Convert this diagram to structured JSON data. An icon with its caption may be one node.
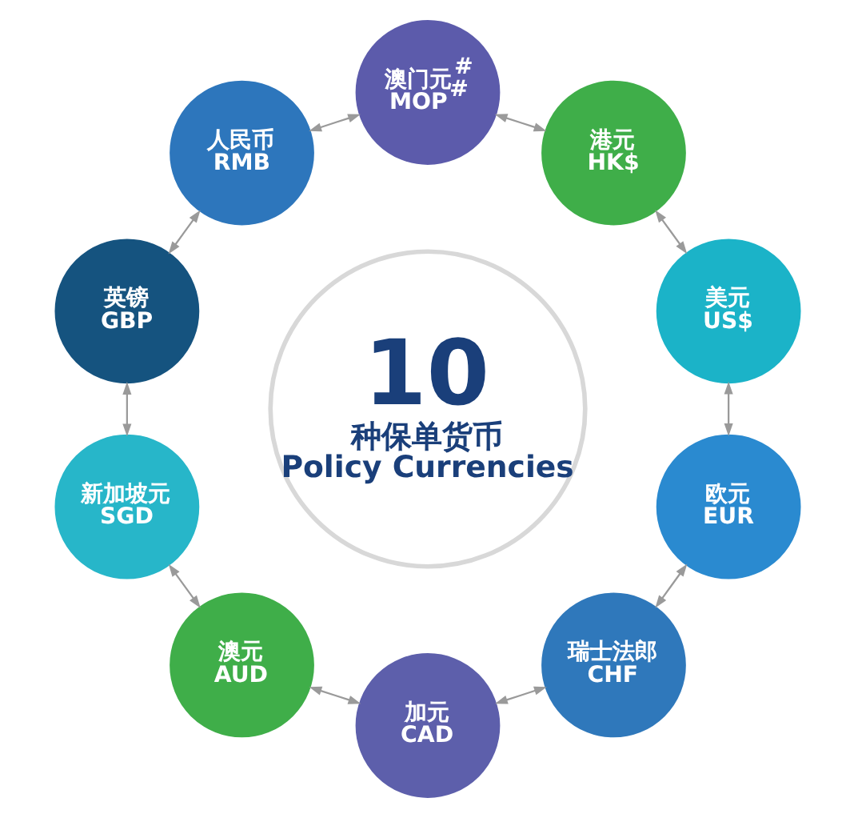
{
  "diagram": {
    "nodes": [
      {
        "text": [
          "10",
          "种保单货币",
          "Policy Currencies"
        ]
      },
      {
        "text": [
          "美元",
          "US$"
        ]
      },
      {
        "text": [
          "港元",
          "HK$"
        ]
      },
      {
        "text": [
          "澳门元$^{#}$",
          "MOP$^{#}$"
        ]
      },
      {
        "text": [
          "人民币",
          "RMB"
        ]
      },
      {
        "text": [
          "英镑",
          "GBP"
        ]
      },
      {
        "text": [
          "新加坡元",
          "SGD"
        ]
      },
      {
        "text": [
          "澳元",
          "AUD"
        ]
      },
      {
        "text": [
          "加元",
          "CAD"
        ]
      },
      {
        "text": [
          "瑞士法郎",
          "CHF"
        ]
      },
      {
        "text": [
          "欧元",
          "EUR"
        ]
      }
    ],
    "edges": [
      {
        "from": 1,
        "to": 2,
        "arrow": "both"
      },
      {
        "from": 2,
        "to": 3,
        "arrow": "both"
      },
      {
        "from": 3,
        "to": 4,
        "arrow": "both"
      },
      {
        "from": 4,
        "to": 5,
        "arrow": "both"
      },
      {
        "from": 5,
        "to": 6,
        "arrow": "both"
      },
      {
        "from": 6,
        "to": 7,
        "arrow": "both"
      },
      {
        "from": 7,
        "to": 8,
        "arrow": "both"
      },
      {
        "from": 8,
        "to": 9,
        "arrow": "both"
      },
      {
        "from": 9,
        "to": 10,
        "arrow": "both"
      },
      {
        "from": 10,
        "to": 1,
        "arrow": "both"
      }
    ]
  }
}
